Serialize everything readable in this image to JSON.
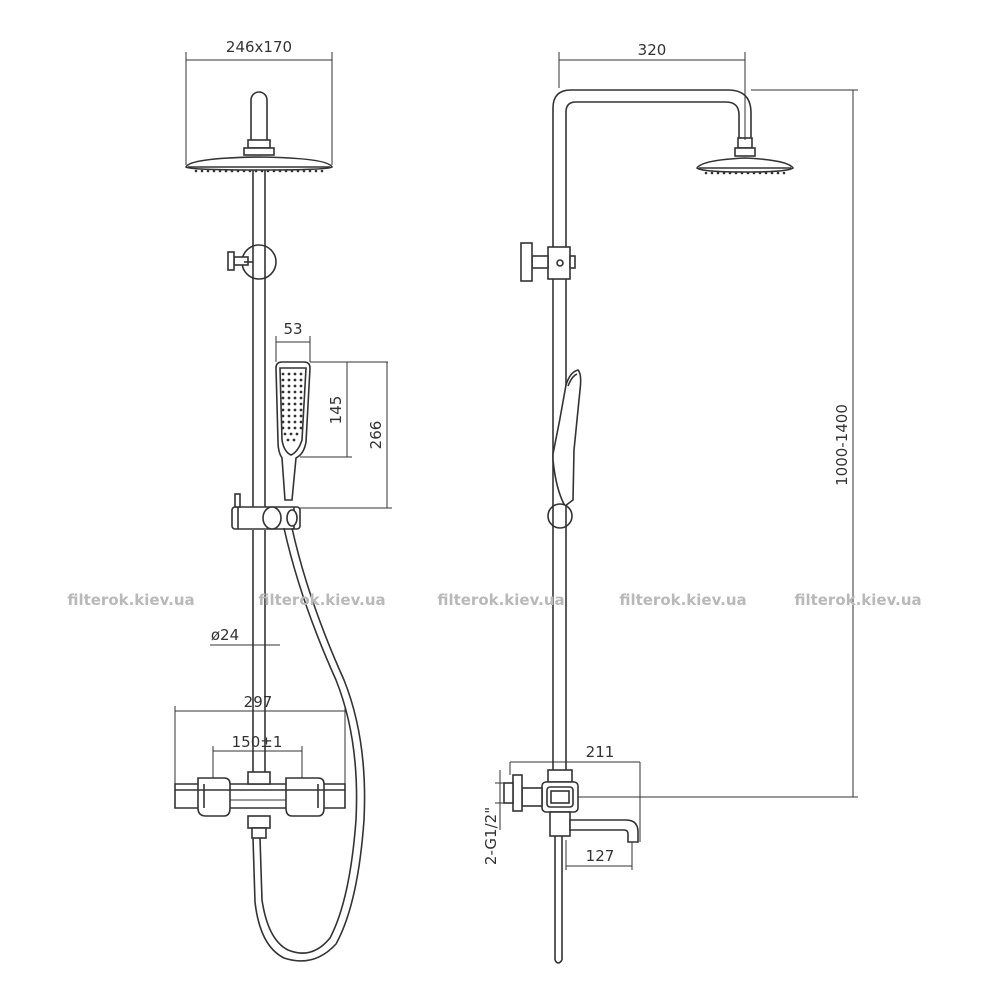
{
  "dimensions": {
    "head_size": "246x170",
    "arm_reach": "320",
    "hand_width": "53",
    "hand_head_length": "145",
    "hand_total_length": "266",
    "height_range": "1000-1400",
    "pipe_diameter": "ø24",
    "mixer_width": "297",
    "mixer_spacing": "150±1",
    "spout_reach_total": "211",
    "spout_reach": "127",
    "thread": "2-G1/2\""
  },
  "watermark": "filterok.kiev.ua",
  "colors": {
    "line": "#333333",
    "watermark": "#b9b9b9",
    "background": "#ffffff"
  }
}
